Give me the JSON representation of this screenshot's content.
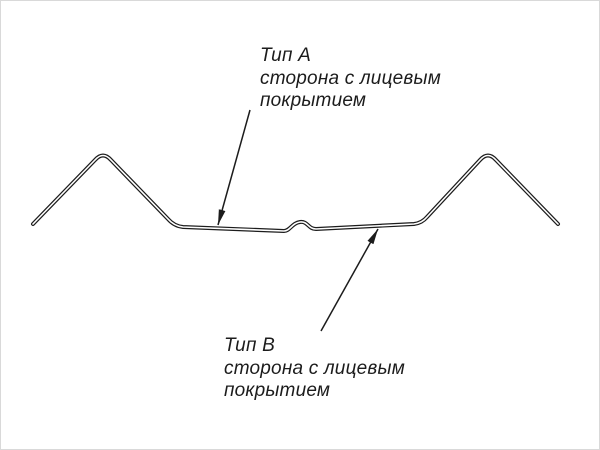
{
  "drawing": {
    "background": "#ffffff",
    "line_color": "#1c1c1c"
  },
  "labels": {
    "type_a": {
      "title": "Тип A",
      "line1": "сторона с лицевым",
      "line2": "покрытием"
    },
    "type_b": {
      "title": "Тип B",
      "line1": "сторона с лицевым",
      "line2": "покрытием"
    }
  }
}
